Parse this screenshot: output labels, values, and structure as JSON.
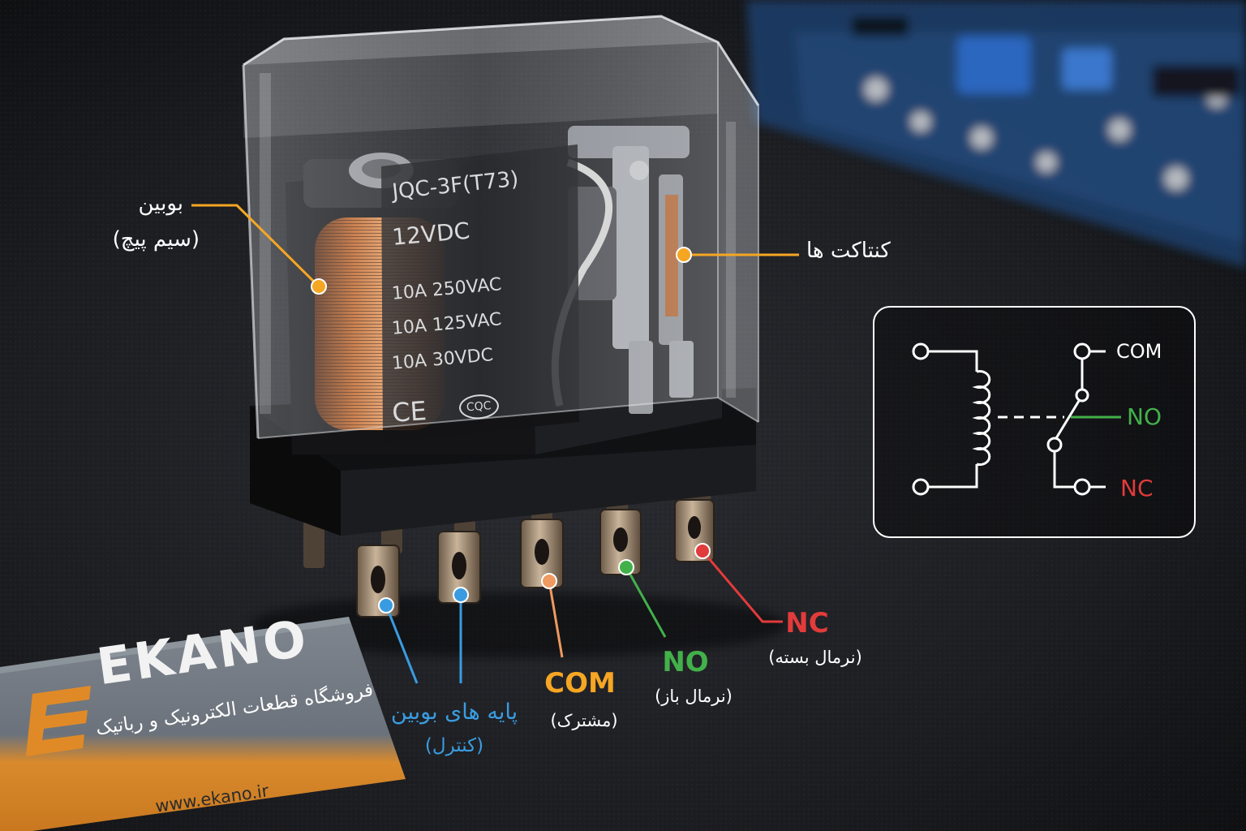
{
  "colors": {
    "coil": "#f5a623",
    "coil_pins": "#3a9ce0",
    "com": "#f5a623",
    "com_marker": "#ee9a60",
    "no": "#42b14a",
    "nc": "#e23b3b",
    "background": "#1a1b1e"
  },
  "product": {
    "model": "JQC-3F(T73)",
    "coil_voltage": "12VDC",
    "ratings": [
      "10A 250VAC",
      "10A 125VAC",
      "10A 30VDC"
    ],
    "cert_ce": "CE",
    "cert_cqc": "CQC"
  },
  "callouts": {
    "coil_title": "بوبین",
    "coil_subtitle": "(سیم پیچ)",
    "contacts": "کنتاکت ها",
    "coil_pins_title": "پایه های بوبین",
    "coil_pins_subtitle": "(کنترل)",
    "com_title": "COM",
    "com_subtitle": "(مشترک)",
    "no_title": "NO",
    "no_subtitle": "(نرمال باز)",
    "nc_title": "NC",
    "nc_subtitle": "(نرمال بسته)"
  },
  "schematic": {
    "com": "COM",
    "no": "NO",
    "nc": "NC",
    "icon": "relay-schematic-icon"
  },
  "brand": {
    "logo_text": "EKANO",
    "tagline": "فروشگاه قطعات الکترونیک و رباتیک",
    "url": "www.ekano.ir"
  }
}
